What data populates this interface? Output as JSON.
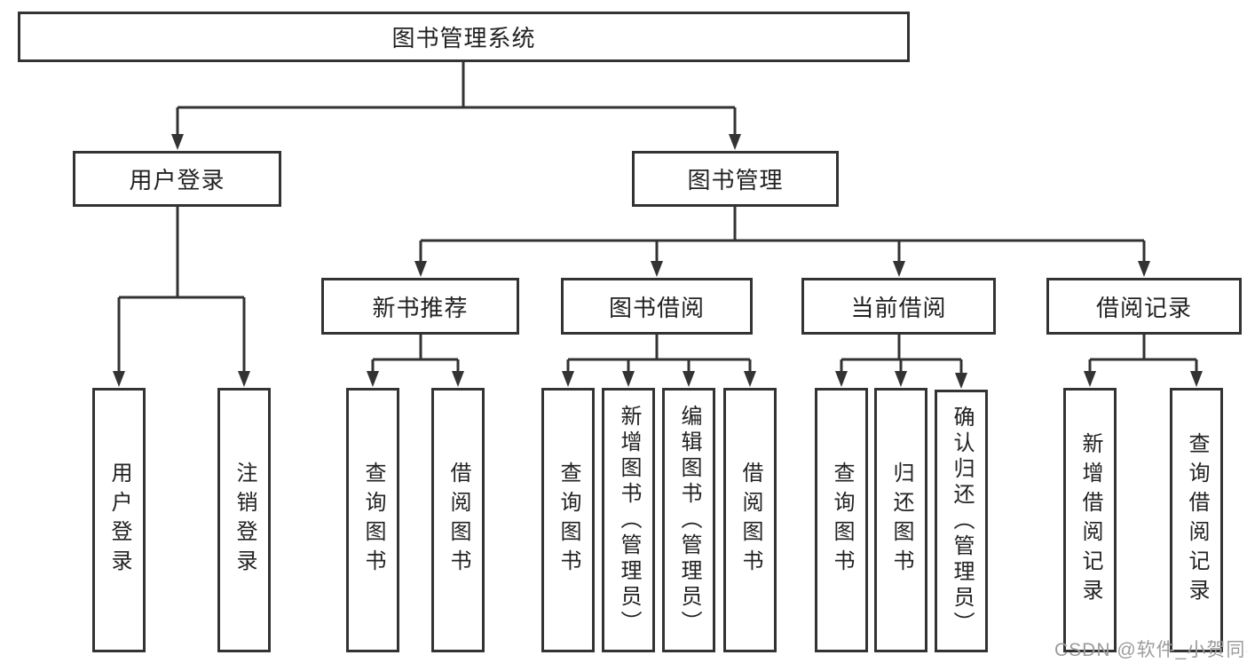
{
  "tree": {
    "root": "图书管理系统",
    "user_login": {
      "label": "用户登录",
      "children": [
        "用户登录",
        "注销登录"
      ]
    },
    "book_mgmt": {
      "label": "图书管理",
      "new_books": {
        "label": "新书推荐",
        "children": [
          "查询图书",
          "借阅图书"
        ]
      },
      "borrow": {
        "label": "图书借阅",
        "children": [
          "查询图书",
          "新增图书（管理员）",
          "编辑图书（管理员）",
          "借阅图书"
        ]
      },
      "current": {
        "label": "当前借阅",
        "children": [
          "查询图书",
          "归还图书",
          "确认归还（管理员）"
        ]
      },
      "records": {
        "label": "借阅记录",
        "children": [
          "新增借阅记录",
          "查询借阅记录"
        ]
      }
    }
  },
  "watermark": {
    "text": "CSDN @软件_小贺同学"
  },
  "colors": {
    "line": "#333333",
    "text": "#222222",
    "watermark": "#9c9c9c",
    "background": "#ffffff"
  }
}
